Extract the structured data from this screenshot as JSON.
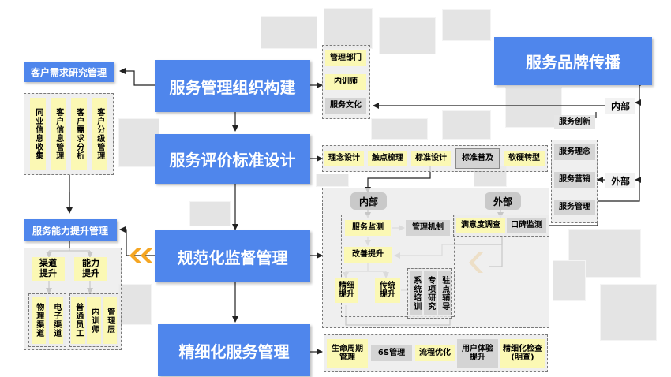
{
  "left_top": {
    "title": "客户需求研究管理",
    "items": [
      "同业信息收集",
      "客户信息管理",
      "客户需求分析",
      "客户分级管理"
    ]
  },
  "left_bottom": {
    "title": "服务能力提升管理",
    "channel": "渠道提升",
    "ability": "能力提升",
    "channel_items": [
      "物理渠道",
      "电子渠道"
    ],
    "ability_items": [
      "普通员工",
      "内训师",
      "管理层"
    ]
  },
  "main": {
    "org": "服务管理组织构建",
    "eval": "服务评价标准设计",
    "supervise": "规范化监督管理",
    "refine": "精细化服务管理"
  },
  "org_items": [
    "管理部门",
    "内训师",
    "服务文化"
  ],
  "eval_items": [
    "理念设计",
    "触点梳理",
    "标准设计",
    "标准普及",
    "软硬转型"
  ],
  "supervise": {
    "internal": "内部",
    "external": "外部",
    "monitor": "服务监测",
    "mechanism": "管理机制",
    "survey": "满意度调查",
    "wom": "口碑监测",
    "improve": "改善提升",
    "fine": "精细提升",
    "traditional": "传统提升",
    "programs": [
      "系统培训",
      "专项研究",
      "驻点辅导"
    ]
  },
  "refine_items": [
    "生命周期管理",
    "6S管理",
    "流程优化",
    "用户体验提升",
    "精细化检查(明查)"
  ],
  "brand": {
    "title": "服务品牌传播",
    "internal": "内部",
    "external": "外部",
    "innovation": "服务创新",
    "ext_items": [
      "服务理念",
      "服务营销",
      "服务管理"
    ]
  },
  "colors": {
    "accent_blue": "#4f86ec",
    "yellow_box": "#fbf8b4",
    "gray_box": "#d4d4d4",
    "orange_chevron": "#f5a623"
  }
}
